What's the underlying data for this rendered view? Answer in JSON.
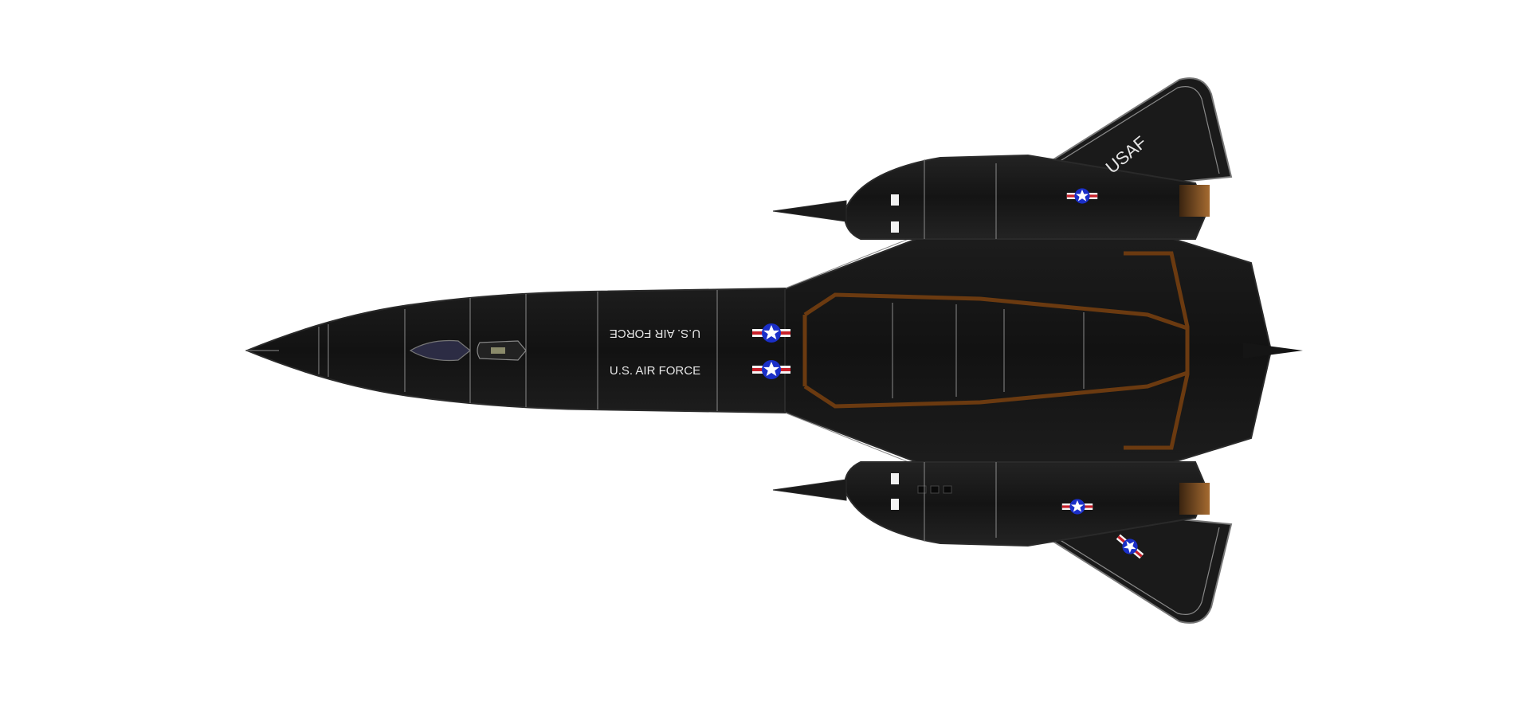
{
  "markings": {
    "fuselage_top_label": "U.S. AIR FORCE",
    "fuselage_bottom_label": "U.S. AIR FORCE",
    "tail_label": "USAF"
  },
  "colors": {
    "background": "#ffffff",
    "airframe": "#151515",
    "airframe_edge": "#2a2a2a",
    "panel_lines": "#8a8a8a",
    "chine_lines": "#9a9a9a",
    "fuel_outline": "#6b3a10",
    "roundel_blue": "#1a2fc8",
    "roundel_red": "#c8202a",
    "text": "#e6e6e6",
    "canopy": "#3a3a55"
  }
}
